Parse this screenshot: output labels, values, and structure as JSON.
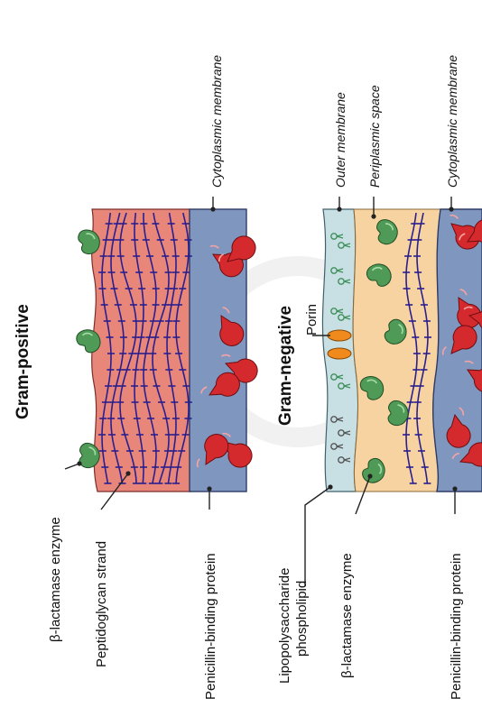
{
  "gram_positive": {
    "title": "Gram-positive",
    "labels": {
      "beta_lactamase": "β-lactamase enzyme",
      "peptidoglycan": "Peptidoglycan strand",
      "pbp": "Penicillin-binding protein",
      "cytoplasmic_membrane": "Cytoplasmic membrane"
    }
  },
  "gram_negative": {
    "title": "Gram-negative",
    "labels": {
      "lipopolysaccharide_line1": "Lipopolysaccharide",
      "lipopolysaccharide_line2": "phospholipid",
      "beta_lactamase": "β-lactamase enzyme",
      "pbp": "Penicillin-binding protein",
      "porin": "Porin",
      "outer_membrane": "Outer membrane",
      "periplasmic_space": "Periplasmic space",
      "cytoplasmic_membrane": "Cytoplasmic membrane"
    }
  },
  "colors": {
    "peptidoglycan_layer": "#e8867a",
    "cytoplasm": "#7f96bf",
    "outer_membrane": "#c8e0e4",
    "periplasm": "#f6d3a0",
    "strand": "#2a1f8f",
    "enzyme_green": "#4f9a57",
    "pbp_red": "#d42a2e",
    "porin": "#f08a1c"
  }
}
